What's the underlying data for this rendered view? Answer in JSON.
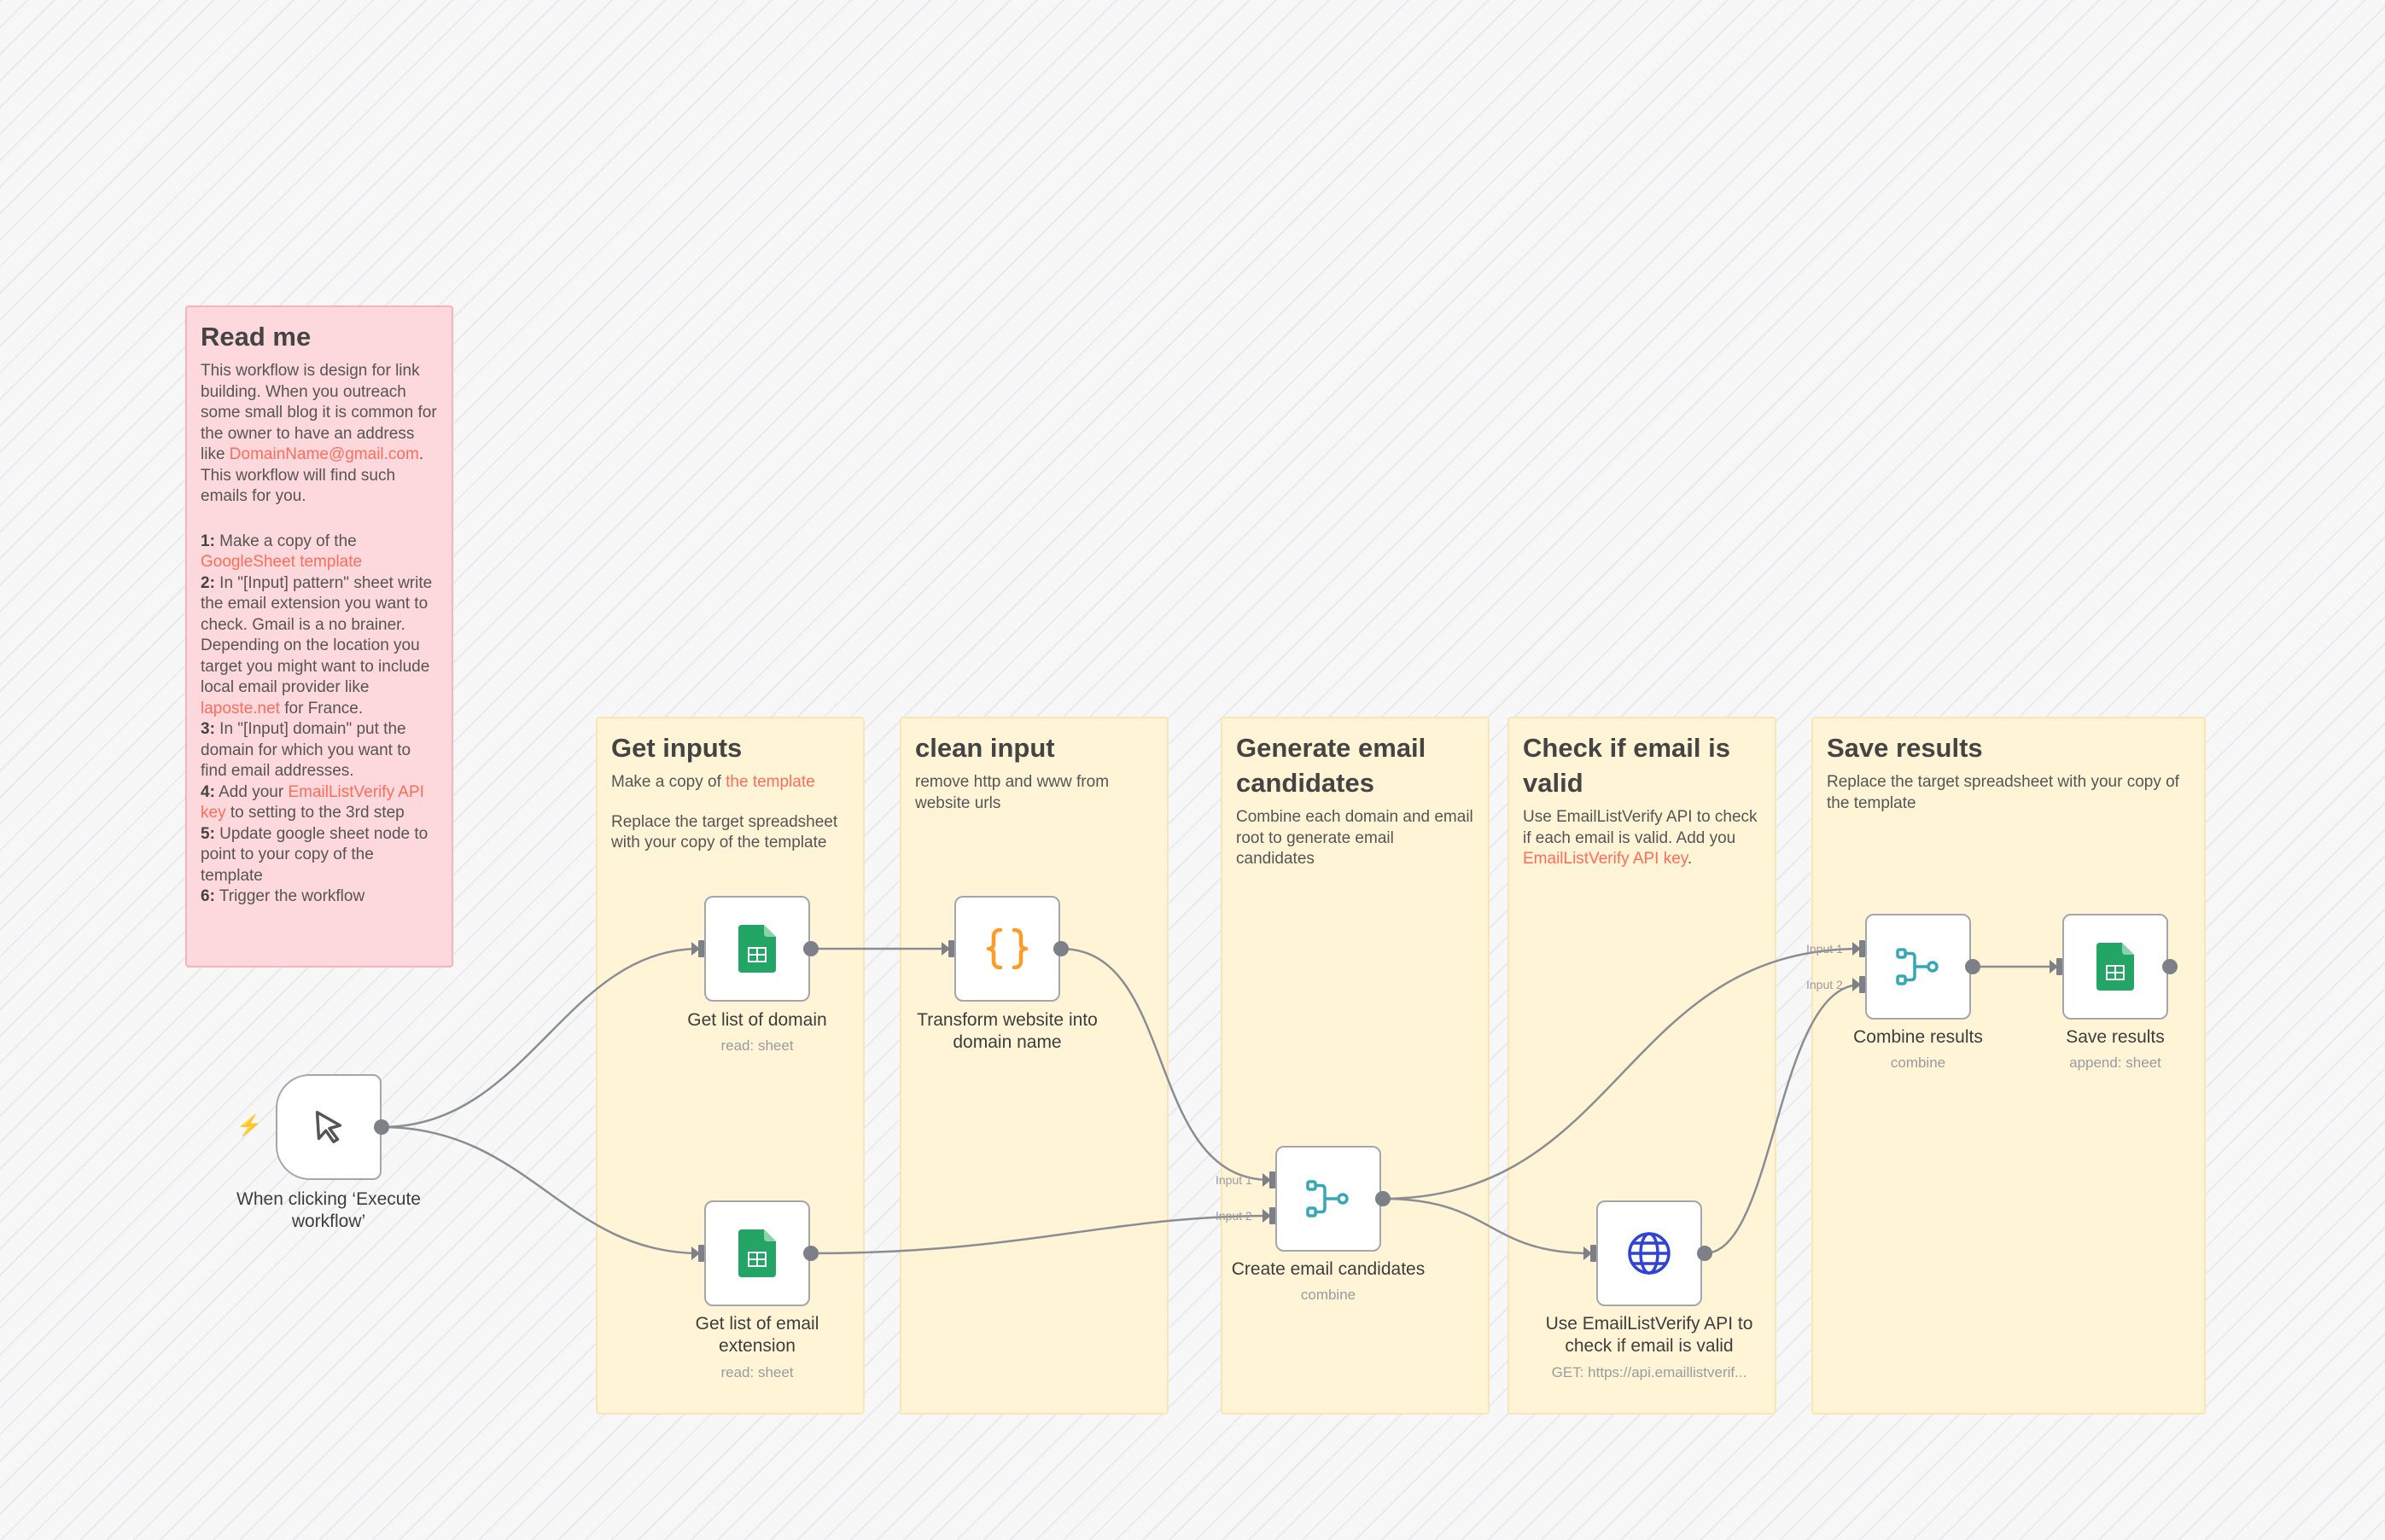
{
  "readme": {
    "title": "Read me",
    "intro_before": "This workflow is design for link building. When you outreach some small blog it is common for the owner to have an address like ",
    "intro_link": "DomainName@gmail.com",
    "intro_after": ". This workflow will find such emails for you.",
    "steps": [
      {
        "num": "1:",
        "before": " Make a copy of the ",
        "link": "GoogleSheet template",
        "after": ""
      },
      {
        "num": "2:",
        "before": " In \"[Input] pattern\" sheet write the email extension you want to check. Gmail is a no brainer. Depending on the location you target you might want to include local email provider like ",
        "link": "laposte.net",
        "after": " for France."
      },
      {
        "num": "3:",
        "before": " In \"[Input] domain\" put the domain for which you want to find email addresses.",
        "link": "",
        "after": ""
      },
      {
        "num": "4:",
        "before": " Add your ",
        "link": "EmailListVerify API key",
        "after": " to setting to the 3rd step"
      },
      {
        "num": "5:",
        "before": " Update google sheet node to point to your copy of the template",
        "link": "",
        "after": ""
      },
      {
        "num": "6:",
        "before": " Trigger the workflow",
        "link": "",
        "after": ""
      }
    ]
  },
  "groups": {
    "get_inputs": {
      "title": "Get inputs",
      "line1_before": "Make a copy of ",
      "line1_link": "the template",
      "line2": "Replace the target spreadsheet with your copy of the template"
    },
    "clean_input": {
      "title": "clean input",
      "text": "remove http and www from website urls"
    },
    "generate": {
      "title": "Generate email candidates",
      "text": "Combine each domain and email root to generate email candidates"
    },
    "check": {
      "title": "Check if email is valid",
      "text_before": "Use EmailListVerify API to check if each email is valid. Add you ",
      "text_link": "EmailListVerify API key",
      "text_after": "."
    },
    "save": {
      "title": "Save results",
      "text": "Replace the target spreadsheet with your copy of the template"
    }
  },
  "nodes": {
    "trigger": {
      "label": "When clicking ‘Execute workflow’",
      "icon": "cursor-icon"
    },
    "get_domain": {
      "label": "Get list of domain",
      "sub": "read: sheet",
      "icon": "google-sheets-icon"
    },
    "get_ext": {
      "label": "Get list of email extension",
      "sub": "read: sheet",
      "icon": "google-sheets-icon"
    },
    "transform": {
      "label": "Transform website into domain name",
      "icon": "code-braces-icon"
    },
    "create": {
      "label": "Create email candidates",
      "sub": "combine",
      "icon": "merge-icon"
    },
    "verify": {
      "label": "Use EmailListVerify API to check if email is valid",
      "sub": "GET: https://api.emaillistverif...",
      "icon": "globe-icon"
    },
    "combine": {
      "label": "Combine results",
      "sub": "combine",
      "icon": "merge-icon"
    },
    "save": {
      "label": "Save results",
      "sub": "append: sheet",
      "icon": "google-sheets-icon"
    }
  },
  "ports": {
    "input1": "Input 1",
    "input2": "Input 2"
  },
  "colors": {
    "accent": "#ff6d5a",
    "sheets_green": "#23a566",
    "merge_teal": "#35a7b5",
    "code_orange": "#ff9b26",
    "globe_blue": "#2f44d6",
    "edge": "#8a8d93"
  }
}
